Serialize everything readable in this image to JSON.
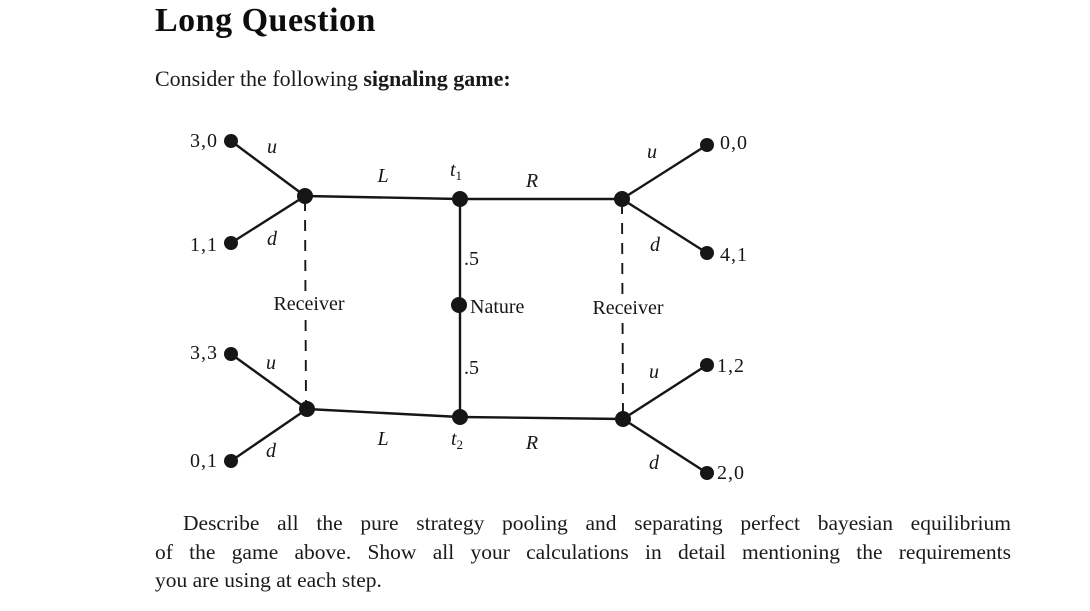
{
  "page": {
    "title": "Long Question",
    "intro": {
      "regular": "Consider the following ",
      "bold": "signaling game:"
    },
    "question_lines": [
      "Describe all the pure strategy pooling and separating perfect bayesian equilibrium",
      "of the game above. Show all your calculations in detail mentioning the requirements",
      "you are using at each step."
    ]
  },
  "diagram": {
    "nature": {
      "label": "Nature",
      "prob_top": ".5",
      "prob_bottom": ".5"
    },
    "receivers": {
      "left": "Receiver",
      "right": "Receiver"
    },
    "types": {
      "top": {
        "base": "t",
        "sub": "1"
      },
      "bottom": {
        "base": "t",
        "sub": "2"
      }
    },
    "messages": {
      "top_left": "L",
      "top_right": "R",
      "bottom_left": "L",
      "bottom_right": "R"
    },
    "actions": {
      "top_left": {
        "up": "u",
        "down": "d"
      },
      "top_right": {
        "up": "u",
        "down": "d"
      },
      "bottom_left": {
        "up": "u",
        "down": "d"
      },
      "bottom_right": {
        "up": "u",
        "down": "d"
      }
    },
    "payoffs": {
      "top_left_up": "3,0",
      "top_left_down": "1,1",
      "top_right_up": "0,0",
      "top_right_down": "4,1",
      "bottom_left_up": "3,3",
      "bottom_left_down": "0,1",
      "bottom_right_up": "1,2",
      "bottom_right_down": "2,0"
    },
    "colors": {
      "ink": "#161616",
      "background": "#ffffff"
    }
  }
}
